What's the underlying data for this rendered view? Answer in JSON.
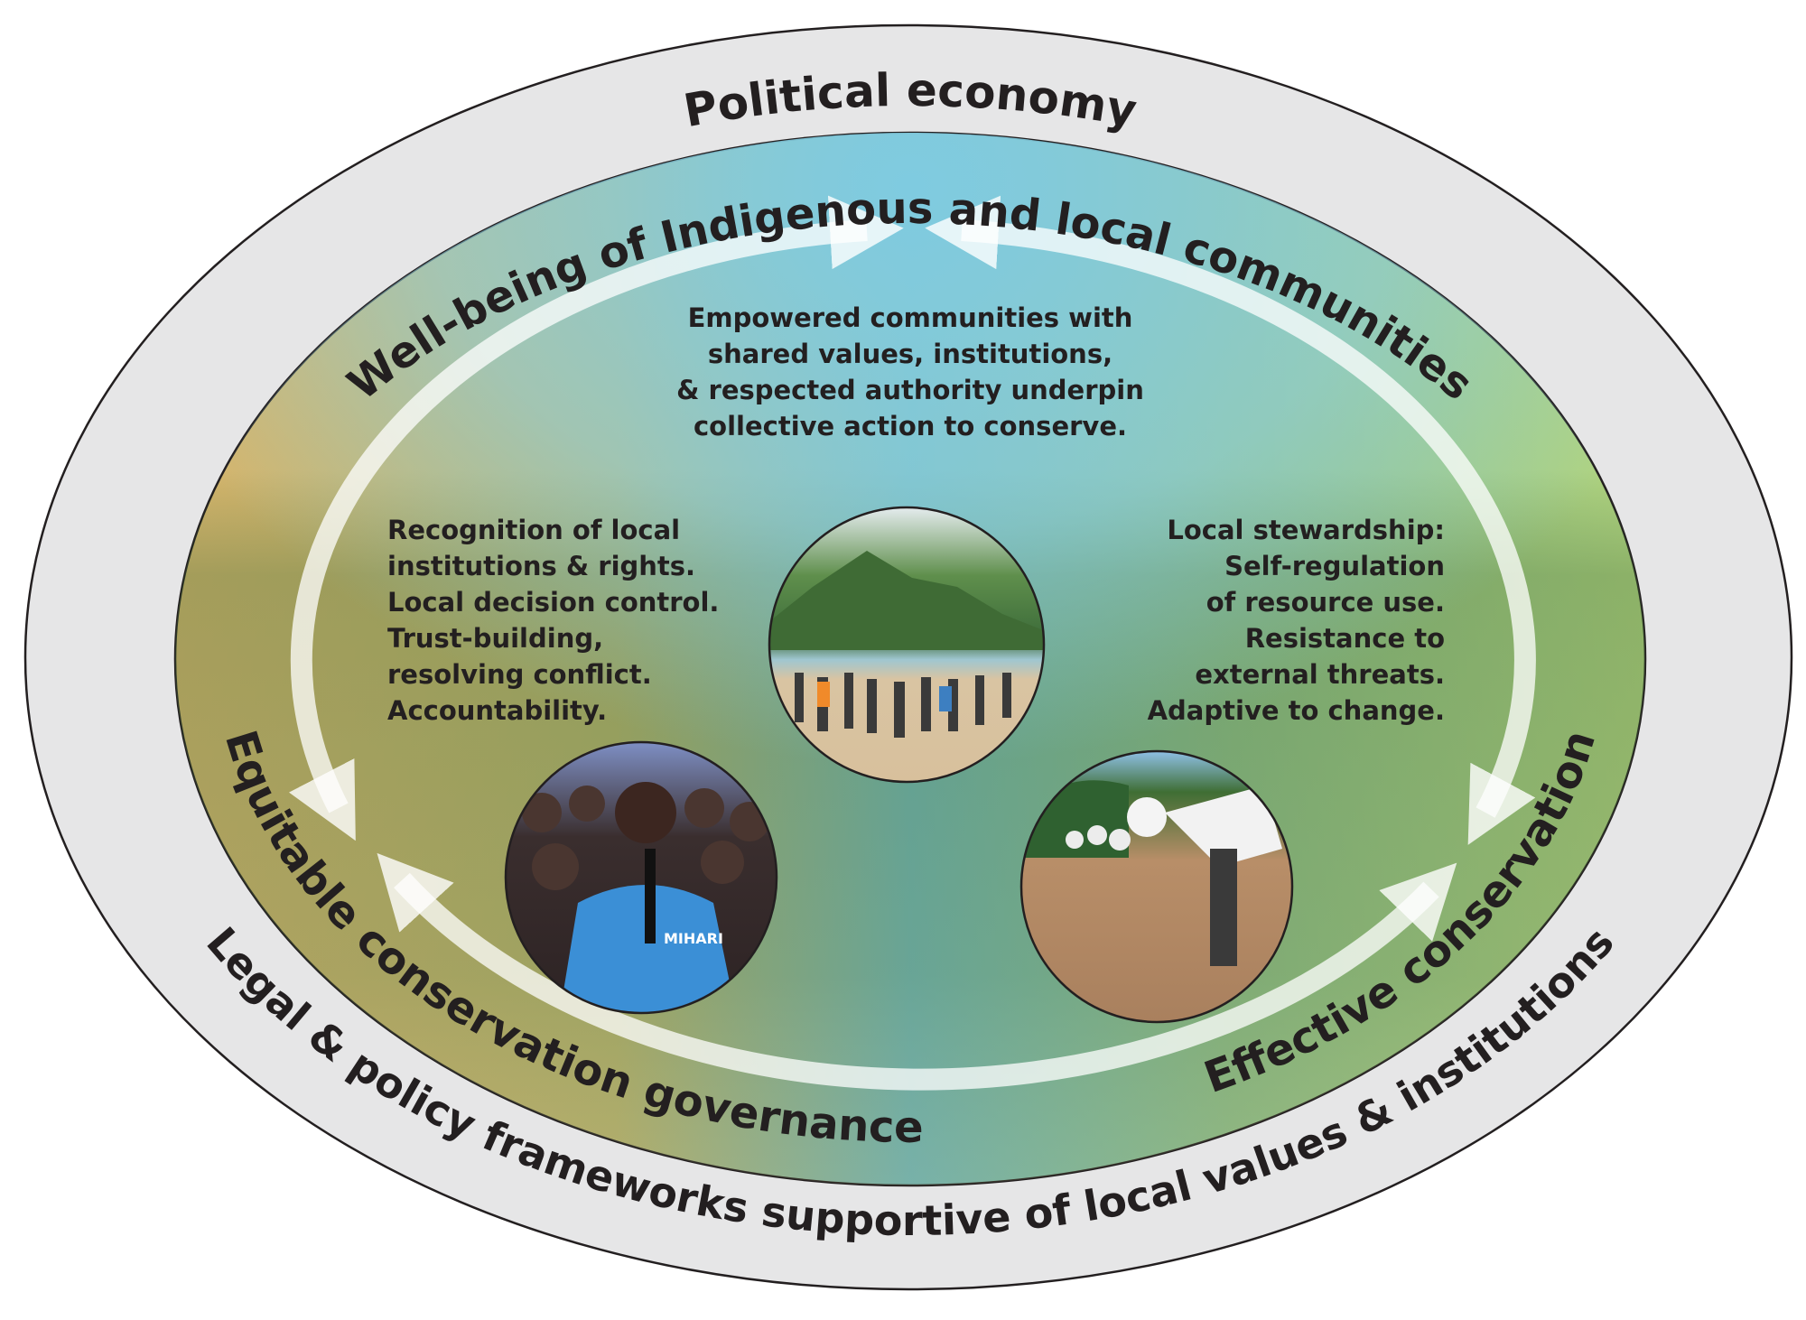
{
  "outer_ring": {
    "top_label": "Political economy",
    "bottom_label": "Legal & policy frameworks supportive of local values & institutions"
  },
  "cycle": {
    "top_label": "Well-being of Indigenous and local communities",
    "left_label": "Equitable conservation governance",
    "right_label": "Effective conservation"
  },
  "center_text": [
    "Empowered communities with",
    "shared values, institutions,",
    "& respected authority underpin",
    "collective action to conserve."
  ],
  "left_text": [
    "Recognition of local",
    "institutions & rights.",
    "Local decision control.",
    "Trust-building,",
    "resolving conflict.",
    "Accountability."
  ],
  "right_text": [
    "Local stewardship:",
    "Self-regulation",
    "of resource use.",
    "Resistance to",
    "external threats.",
    "Adaptive to change."
  ],
  "photos": {
    "center": "people-holding-hands-on-beach-photo",
    "left": "woman-speaking-with-microphone-photo",
    "right": "people-planting-seedlings-photo",
    "left_shirt_text": "MIHARI"
  },
  "colors": {
    "outer_ring": "#e6e6e7",
    "governance": "#d8b56c",
    "wellbeing": "#7fcbe0",
    "conservation": "#b3d580",
    "arrow": "#ffffff"
  }
}
